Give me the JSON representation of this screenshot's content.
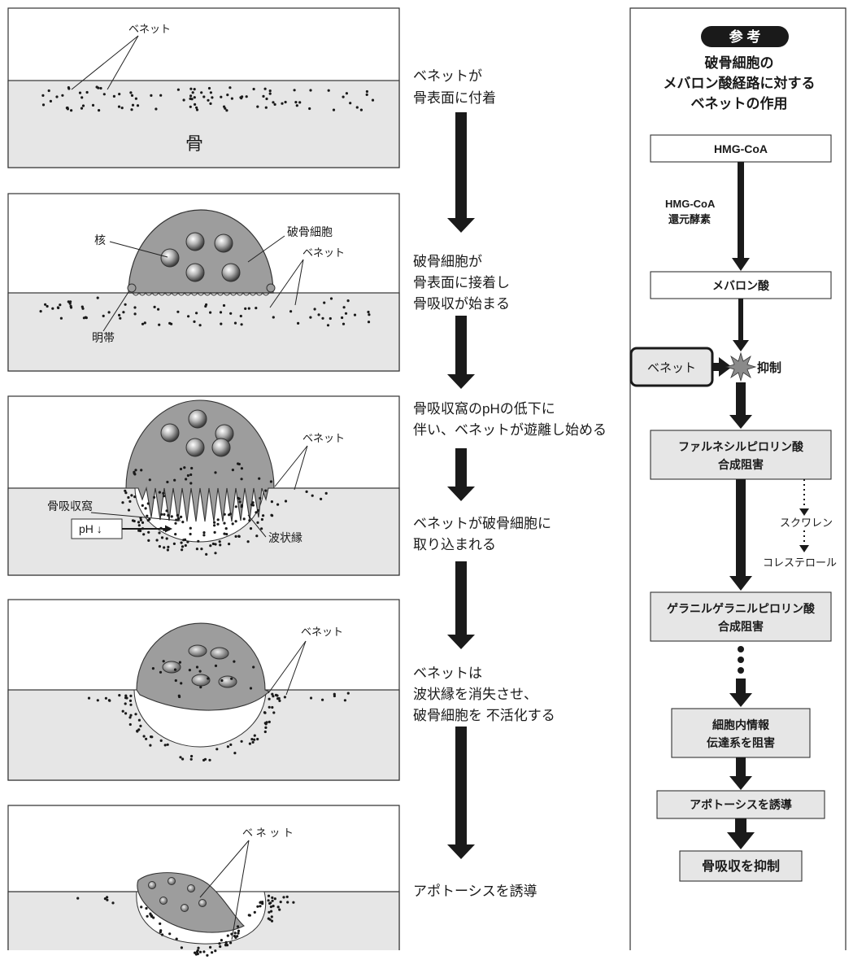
{
  "panels": {
    "p1": {
      "drug_label": "ベネット",
      "bone_label": "骨"
    },
    "p2": {
      "nucleus_label": "核",
      "osteoclast_label": "破骨細胞",
      "drug_label": "ベネット",
      "sealing_zone_label": "明帯"
    },
    "p3": {
      "drug_label": "ベネット",
      "lacuna_label": "骨吸収窩",
      "ph_label": "pH ↓",
      "ruffled_border_label": "波状縁"
    },
    "p4": {
      "drug_label": "ベネット"
    },
    "p5": {
      "drug_label": "ベ ネ ッ ト"
    }
  },
  "steps": {
    "s1": [
      "ベネットが",
      "骨表面に付着"
    ],
    "s2": [
      "破骨細胞が",
      "骨表面に接着し",
      "骨吸収が始まる"
    ],
    "s3": [
      "骨吸収窩のpHの低下に",
      "伴い、ベネットが遊離し始める"
    ],
    "s4": [
      "ベネットが破骨細胞に",
      "取り込まれる"
    ],
    "s5": [
      "ベネットは",
      "波状縁を消失させ、",
      "破骨細胞を 不活化する"
    ],
    "s6": [
      "アポトーシスを誘導"
    ]
  },
  "reference": {
    "badge": "参 考",
    "title": [
      "破骨細胞の",
      "メバロン酸経路に対する",
      "ベネットの作用"
    ],
    "box_hmgcoa": "HMG-CoA",
    "enzyme": [
      "HMG-CoA",
      "還元酵素"
    ],
    "box_mevalonate": "メバロン酸",
    "drug": "ベネット",
    "inhibit": "抑制",
    "box_fpp": [
      "ファルネシルピロリン酸",
      "合成阻害"
    ],
    "squalene": "スクワレン",
    "cholesterol": "コレステロール",
    "box_ggpp": [
      "ゲラニルゲラニルピロリン酸",
      "合成阻害"
    ],
    "box_signal": [
      "細胞内情報",
      "伝達系を阻害"
    ],
    "box_apoptosis": "アポトーシスを誘導",
    "box_resorption": "骨吸収を抑制"
  },
  "colors": {
    "bone": "#e6e6e6",
    "cell": "#9d9d9d",
    "box_fill": "#e6e6e6",
    "arrow": "#1a1a1a"
  }
}
